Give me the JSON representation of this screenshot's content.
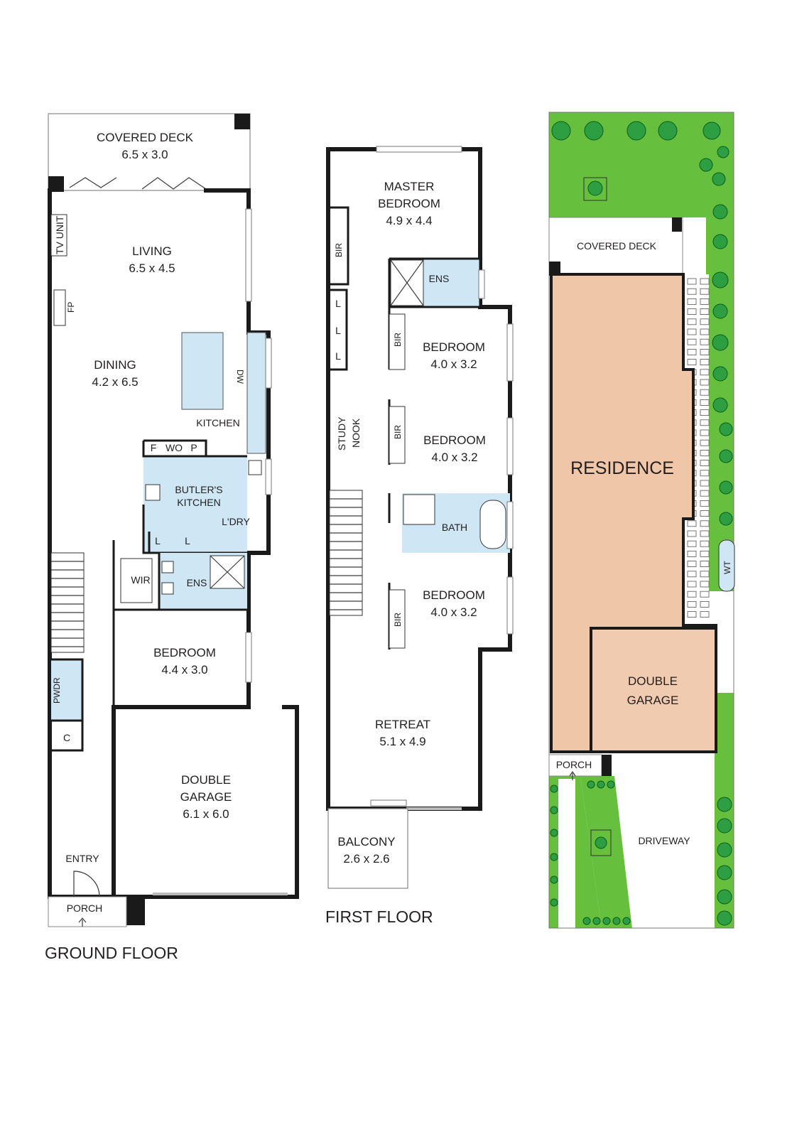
{
  "ground_floor": {
    "title": "GROUND FLOOR",
    "rooms": {
      "covered_deck": {
        "name": "COVERED DECK",
        "size": "6.5 x 3.0"
      },
      "living": {
        "name": "LIVING",
        "size": "6.5 x 4.5"
      },
      "dining": {
        "name": "DINING",
        "size": "4.2 x 6.5"
      },
      "kitchen": {
        "name": "KITCHEN"
      },
      "butlers_kitchen": {
        "name1": "BUTLER'S",
        "name2": "KITCHEN"
      },
      "laundry": {
        "name": "L'DRY"
      },
      "wir": {
        "name": "WIR"
      },
      "ensuite": {
        "name": "ENS"
      },
      "bedroom": {
        "name": "BEDROOM",
        "size": "4.4 x 3.0"
      },
      "double_garage": {
        "name1": "DOUBLE",
        "name2": "GARAGE",
        "size": "6.1 x 6.0"
      },
      "entry": {
        "name": "ENTRY"
      },
      "porch": {
        "name": "PORCH"
      },
      "powder": {
        "name": "PWDR"
      },
      "cupboard": {
        "name": "C"
      }
    },
    "fixtures": {
      "tv_unit": "TV UNIT",
      "fireplace": "FP",
      "dishwasher": "DW",
      "fridge": "F",
      "wall_oven": "WO",
      "pantry": "P",
      "linen": "L"
    }
  },
  "first_floor": {
    "title": "FIRST FLOOR",
    "rooms": {
      "master_bedroom": {
        "name1": "MASTER",
        "name2": "BEDROOM",
        "size": "4.9 x 4.4"
      },
      "ensuite": {
        "name": "ENS"
      },
      "bedroom_2": {
        "name": "BEDROOM",
        "size": "4.0 x 3.2"
      },
      "bedroom_3": {
        "name": "BEDROOM",
        "size": "4.0 x 3.2"
      },
      "bath": {
        "name": "BATH"
      },
      "bedroom_4": {
        "name": "BEDROOM",
        "size": "4.0 x 3.2"
      },
      "study_nook": {
        "name1": "STUDY",
        "name2": "NOOK"
      },
      "retreat": {
        "name": "RETREAT",
        "size": "5.1 x 4.9"
      },
      "balcony": {
        "name": "BALCONY",
        "size": "2.6 x 2.6"
      }
    },
    "fixtures": {
      "bir": "BIR",
      "linen": "L"
    }
  },
  "site_plan": {
    "covered_deck": "COVERED DECK",
    "residence": "RESIDENCE",
    "garage1": "DOUBLE",
    "garage2": "GARAGE",
    "porch": "PORCH",
    "driveway": "DRIVEWAY",
    "water_tank": "WT"
  },
  "colors": {
    "wet_area": "#cfe7f5",
    "residence": "#f0c6a8",
    "garage": "#f0cbb0",
    "lawn": "#67bf3e",
    "tree": "#2e9e43",
    "walls": "#1a1a1a"
  }
}
